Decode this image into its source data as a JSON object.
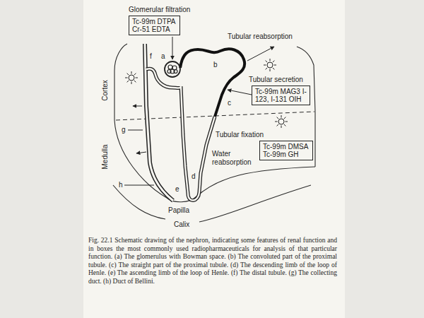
{
  "diagram": {
    "caption": "Fig. 22.1 Schematic drawing of the nephron, indicating some features of renal function and in boxes the most commonly used radiopharmaceuticals for analysis of that particular function. (a) The glomerulus with Bowman space. (b) The convoluted part of the proximal tubule. (c) The straight part of the proximal tubule. (d) The descending limb of the loop of Henle. (e) The ascending limb of the loop of Henle. (f) The distal tubule. (g) The collecting duct. (h) Duct of Bellini.",
    "nodes": [
      {
        "text": [
          "Glomerular filtration",
          "Tc-99m DTPA Cr-51 EDTA"
        ]
      },
      {
        "text": [
          "Tubular secretion",
          "Tc-99m MAG3 I-123, I-131 OIH"
        ]
      },
      {
        "text": [
          "Tubular fixation",
          "Tc-99m DMSA Tc-99m GH"
        ]
      }
    ],
    "labels": [
      "Tubular reabsorption",
      "Cortex",
      "f",
      "a",
      "b",
      "g",
      "c",
      "Medulla",
      "Water reabsorption",
      "d",
      "e",
      "h",
      "Papilla",
      "Calix"
    ]
  }
}
